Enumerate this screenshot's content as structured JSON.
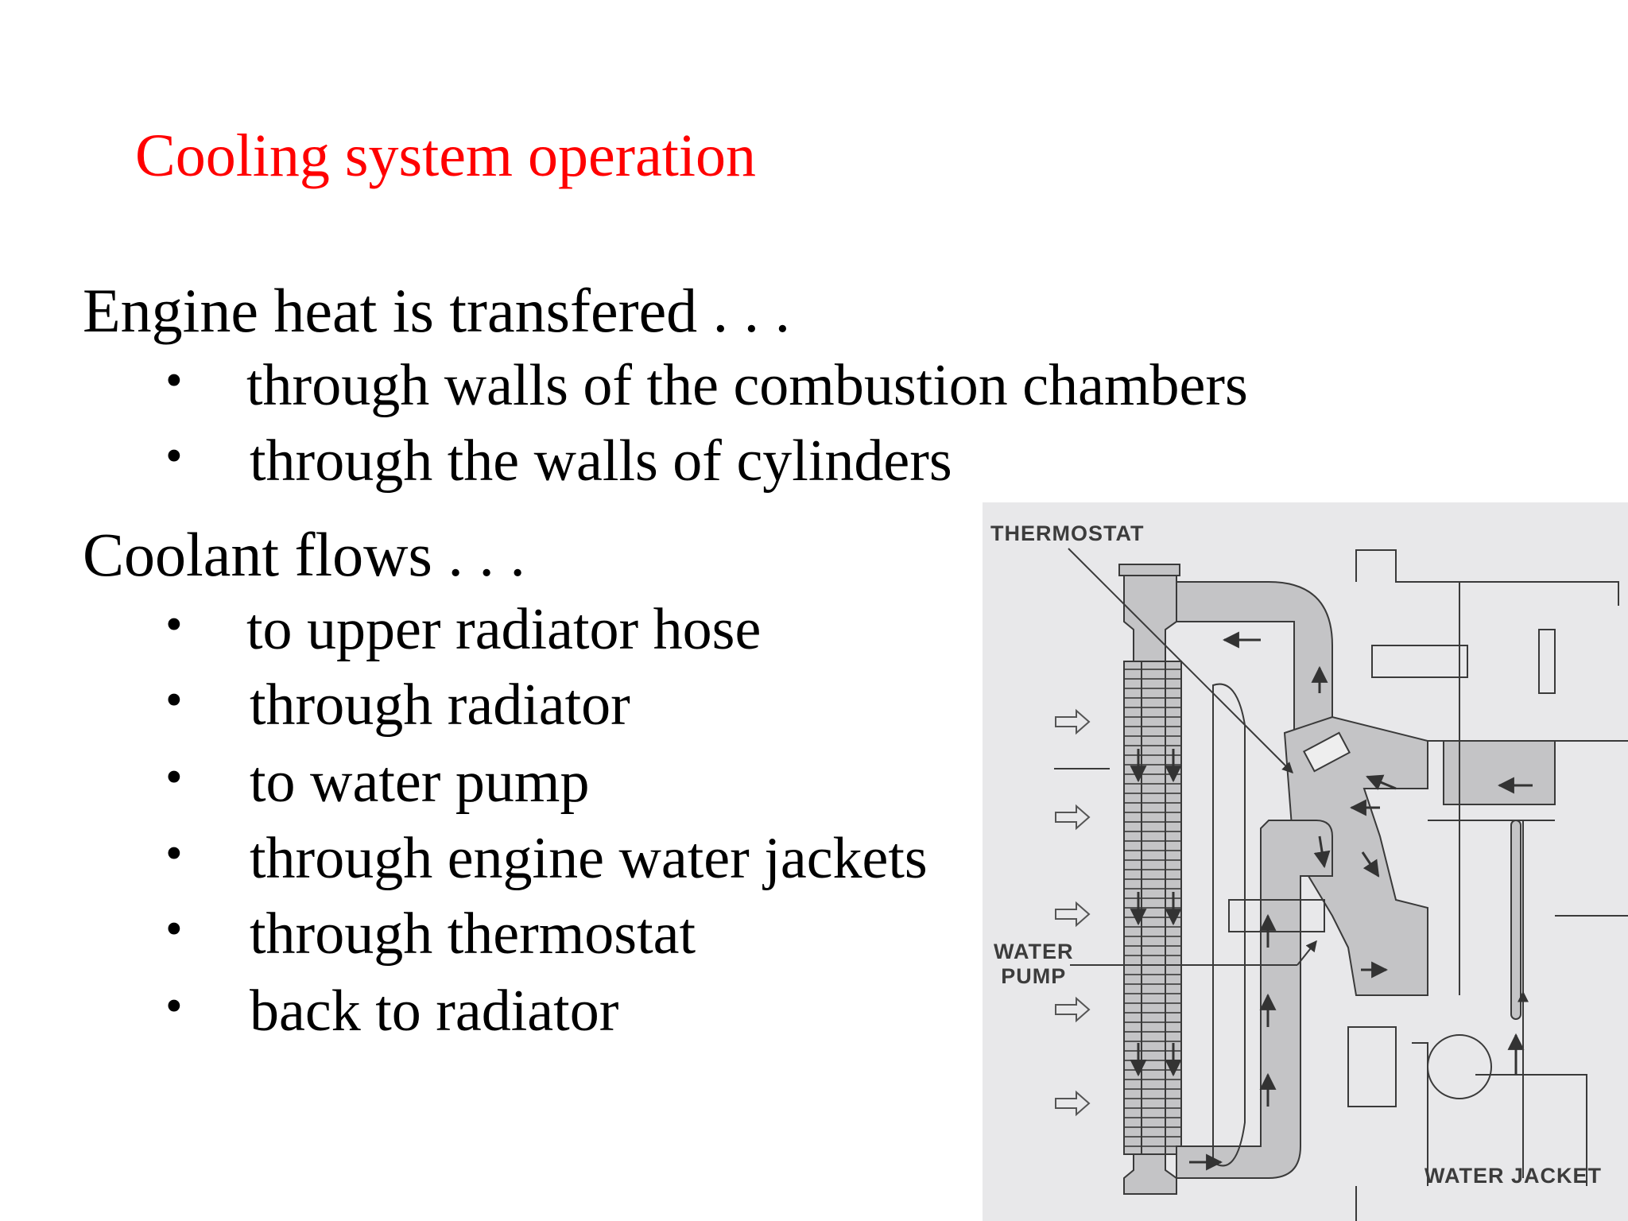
{
  "slide": {
    "title": "Cooling system operation",
    "title_color": "#ff0000",
    "section1": {
      "heading": "Engine heat is transfered . . .",
      "bullets": [
        "through walls of the combustion chambers",
        "through the walls of cylinders"
      ]
    },
    "section2": {
      "heading": "Coolant flows . . .",
      "bullets": [
        "to upper radiator hose",
        "through radiator",
        "to water pump",
        "through engine water jackets",
        "through thermostat",
        "back to radiator"
      ]
    },
    "bullet_symbol": "•"
  },
  "diagram": {
    "labels": {
      "thermostat": "THERMOSTAT",
      "water_pump_line1": "WATER",
      "water_pump_line2": "PUMP",
      "water_jacket": "WATER JACKET"
    },
    "colors": {
      "background": "#e8e8ea",
      "coolant": "#c4c4c6",
      "line": "#3a3a3a"
    }
  }
}
